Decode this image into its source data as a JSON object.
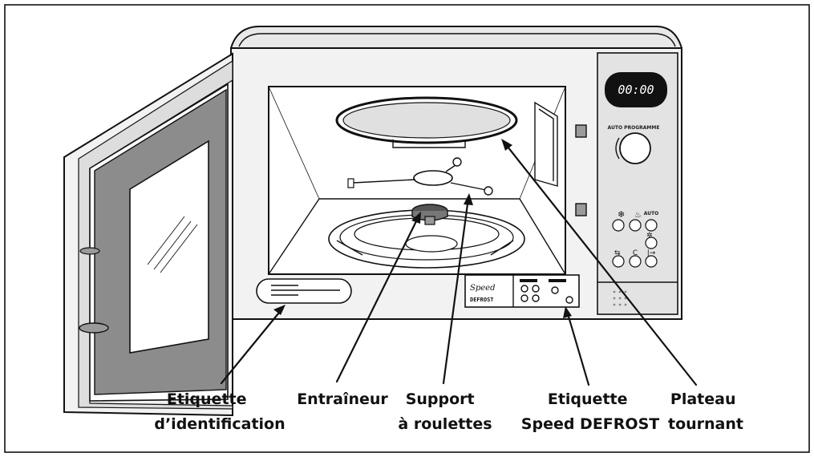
{
  "diagram": {
    "display_time": "00:00",
    "panel_caption": "AUTO PROGRAMME",
    "auto_label": "AUTO",
    "clear_label": "C",
    "start_symbol": "|→",
    "defrost_sticker": {
      "script": "Speed",
      "word": "DEFROST"
    },
    "callouts": [
      {
        "id": "etiquette-identification",
        "lines": [
          "Etiquette",
          "d’identification"
        ]
      },
      {
        "id": "entraineur",
        "lines": [
          "Entraîneur"
        ]
      },
      {
        "id": "support-roulettes",
        "lines": [
          "Support",
          "à roulettes"
        ]
      },
      {
        "id": "etiquette-speed-defrost",
        "lines": [
          "Etiquette",
          "Speed DEFROST"
        ]
      },
      {
        "id": "plateau-tournant",
        "lines": [
          "Plateau",
          "tournant"
        ]
      }
    ]
  },
  "colors": {
    "door_window": "#8c8c8c",
    "cavity": "#ffffff",
    "panel": "#e3e3e3",
    "display": "#111111",
    "frame": "#d6d6d6"
  }
}
